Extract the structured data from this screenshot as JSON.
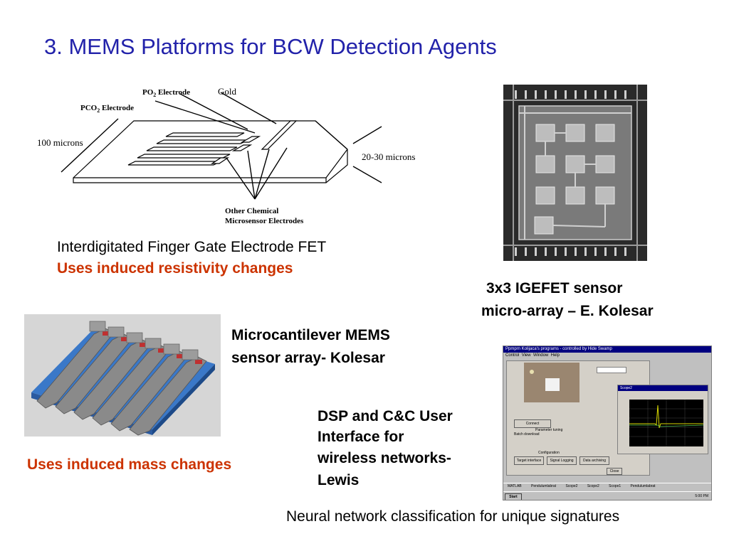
{
  "slide": {
    "title": "3.  MEMS Platforms for BCW Detection Agents"
  },
  "electrode_figure": {
    "labels": {
      "po2": "PO",
      "po2_sub": "2",
      "po2_tail": " Electrode",
      "pco2": "PCO",
      "pco2_sub": "2",
      "pco2_tail": " Electrode",
      "gold": "Gold",
      "hundred_microns": "100 microns",
      "thickness": "20-30 microns",
      "other1": "Other Chemical",
      "other2": "Microsensor Electrodes"
    },
    "caption": "Interdigitated Finger Gate Electrode FET",
    "subcaption": "Uses induced resistivity changes"
  },
  "igefet": {
    "caption_line1": "3x3 IGEFET sensor",
    "caption_line2": "micro-array – E. Kolesar"
  },
  "cantilever": {
    "caption_line1": "Microcantilever MEMS",
    "caption_line2": "sensor array- Kolesar",
    "subcaption": "Uses induced mass changes"
  },
  "dsp": {
    "caption_line1": "DSP and C&C User",
    "caption_line2": "Interface for",
    "caption_line3": "wireless networks-",
    "caption_line4": "Lewis",
    "window_title": "Ppmprn Kolijaca's programs - controlled by Hide Swamp",
    "menu": [
      "Control",
      "View",
      "Window",
      "Help"
    ],
    "scope_title": "Scope2",
    "buttons": [
      "Connect",
      "Batch download",
      "Target interface",
      "Signal Logging",
      "Data archiving",
      "Close"
    ],
    "group_labels": [
      "Parameter tuning",
      "Configuration"
    ],
    "task_items": [
      "MATLAB",
      "Pendulumlabrat",
      "Scope2",
      "Scope2",
      "Scope1",
      "Pendulumlabrat"
    ],
    "start_label": "Start",
    "clock": "5:00 PM"
  },
  "footer": {
    "caption": "Neural network classification for unique signatures"
  }
}
